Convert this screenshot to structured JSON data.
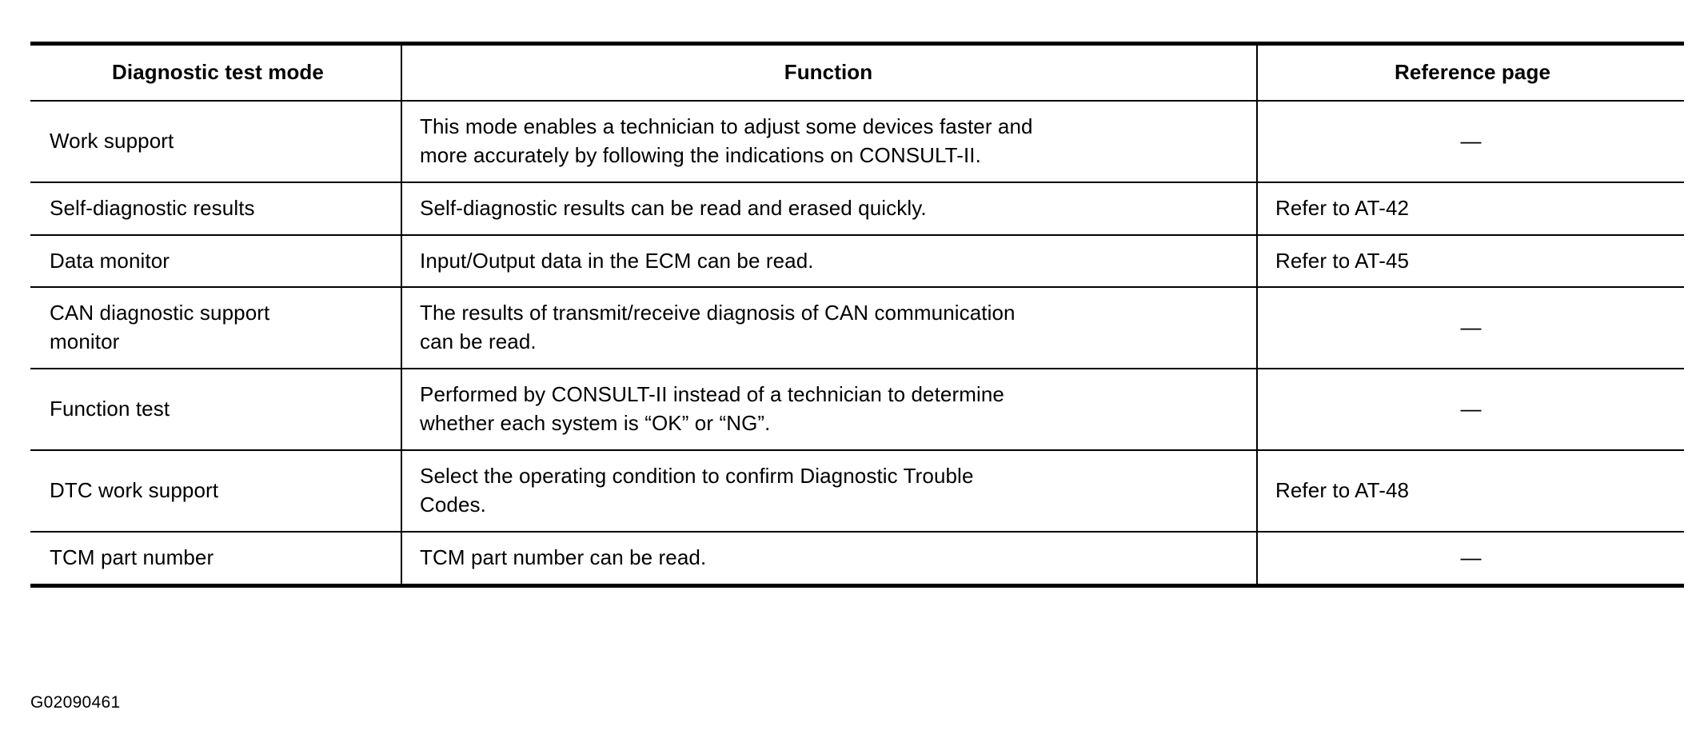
{
  "table": {
    "headers": {
      "mode": "Diagnostic test mode",
      "function": "Function",
      "reference": "Reference page"
    },
    "rows": [
      {
        "mode": "Work support",
        "function": "This mode enables a technician to adjust some devices faster and\nmore accurately by following the indications on CONSULT-II.",
        "reference": "—",
        "reference_align": "center"
      },
      {
        "mode": "Self-diagnostic results",
        "function": "Self-diagnostic results can be read and erased quickly.",
        "reference": "Refer to AT-42",
        "reference_align": "left"
      },
      {
        "mode": "Data monitor",
        "function": "Input/Output data in the ECM can be read.",
        "reference": "Refer to AT-45",
        "reference_align": "left"
      },
      {
        "mode": "CAN diagnostic support\nmonitor",
        "function": "The results of transmit/receive diagnosis of CAN communication\ncan be read.",
        "reference": "—",
        "reference_align": "center"
      },
      {
        "mode": "Function test",
        "function": "Performed by CONSULT-II instead of a technician to determine\nwhether each system is “OK” or “NG”.",
        "reference": "—",
        "reference_align": "center"
      },
      {
        "mode": "DTC work support",
        "function": "Select the operating condition to confirm Diagnostic Trouble\nCodes.",
        "reference": "Refer to AT-48",
        "reference_align": "left"
      },
      {
        "mode": "TCM part number",
        "function": "TCM part number can be read.",
        "reference": "—",
        "reference_align": "center"
      }
    ]
  },
  "caption": {
    "figure_code": "G02090461"
  },
  "style": {
    "rule_color": "#000000",
    "text_color": "#000000",
    "background": "#ffffff"
  }
}
